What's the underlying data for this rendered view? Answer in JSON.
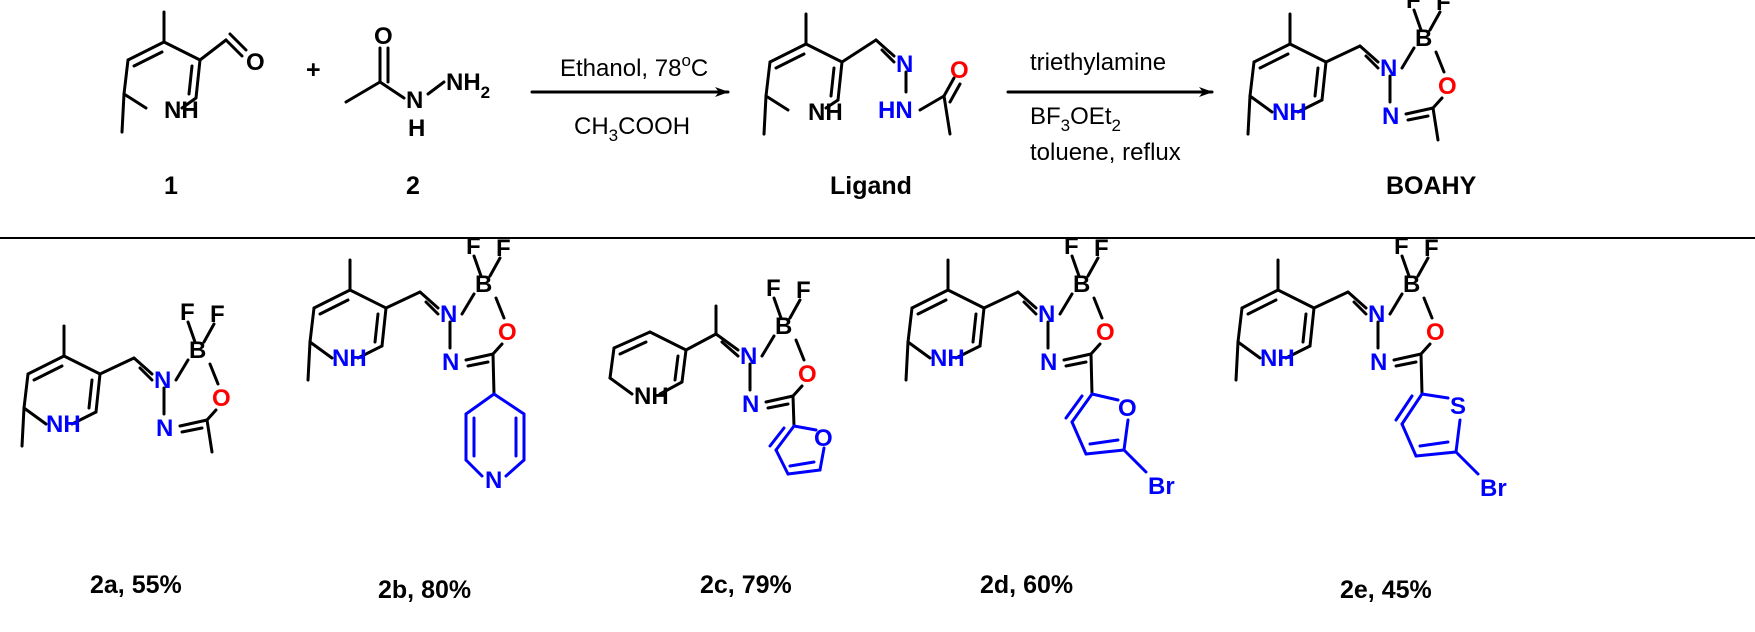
{
  "reaction": {
    "reagent_plus": "+",
    "compound_1_label": "1",
    "compound_2_label": "2",
    "step1_conditions_top": "Ethanol, 78",
    "step1_conditions_top_sup": "o",
    "step1_conditions_top_end": "C",
    "step1_conditions_bottom_a": "CH",
    "step1_conditions_bottom_sub": "3",
    "step1_conditions_bottom_b": "COOH",
    "ligand_label": "Ligand",
    "step2_conditions_1": "triethylamine",
    "step2_conditions_2a": "BF",
    "step2_conditions_2sub1": "3",
    "step2_conditions_2b": "OEt",
    "step2_conditions_2sub2": "2",
    "step2_conditions_3": "toluene, reflux",
    "product_label": "BOAHY"
  },
  "products": [
    {
      "label": "2a, 55%"
    },
    {
      "label": "2b, 80%"
    },
    {
      "label": "2c, 79%"
    },
    {
      "label": "2d, 60%"
    },
    {
      "label": "2e, 45%"
    }
  ],
  "atoms": {
    "NH": "NH",
    "HN": "HN",
    "N": "N",
    "O": "O",
    "B": "B",
    "F": "F",
    "H": "H",
    "NH2": "NH",
    "NH2_sub": "2",
    "Br": "Br",
    "S": "S"
  },
  "colors": {
    "heteroatom_N": "#0000ff",
    "heteroatom_O": "#ff0000",
    "substituent": "#0000ff",
    "bond": "#000000"
  }
}
